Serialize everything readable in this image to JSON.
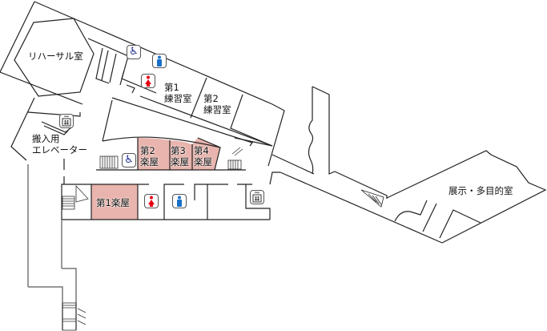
{
  "rooms": {
    "rehearsal": "リハーサル室",
    "practice1": [
      "第1",
      "練習室"
    ],
    "practice2": [
      "第2",
      "練習室"
    ],
    "freight_elevator": [
      "搬入用",
      "エレベーター"
    ],
    "dressing2": [
      "第2",
      "楽屋"
    ],
    "dressing3": [
      "第3",
      "楽屋"
    ],
    "dressing4": [
      "第4",
      "楽屋"
    ],
    "dressing1": "第1楽屋",
    "exhibition": "展示・多目的室"
  },
  "colors": {
    "dressing_room": "#e8b4ad",
    "female": "#e60012",
    "male": "#1a6fc9",
    "accessible": "#1b2a8c"
  }
}
